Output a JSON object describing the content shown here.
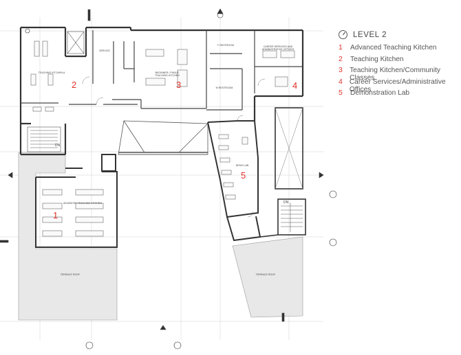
{
  "legend": {
    "title": "LEVEL 2",
    "items": [
      {
        "num": "1",
        "label": "Advanced Teaching Kitchen"
      },
      {
        "num": "2",
        "label": "Teaching Kitchen"
      },
      {
        "num": "3",
        "label": "Teaching Kitchen/Community Classes"
      },
      {
        "num": "4",
        "label": "Career Services/Administrative Offices"
      },
      {
        "num": "5",
        "label": "Demonstration Lab"
      }
    ]
  },
  "rooms": {
    "r1": "1",
    "r2": "2",
    "r3": "3",
    "r4": "4",
    "r5": "5"
  },
  "tags": {
    "advanced": "ADVANCED TEACHING KITCHEN",
    "teaching_a": "TEACHING KITCHEN A",
    "beginner": "BEGINNER / PUBLIC TEACHING KITCHEN",
    "service": "SERVICE",
    "f_restroom": "F RESTROOM",
    "m_restroom": "M RESTROOM",
    "career": "CAREER SERVICES AND ADMINISTRATIVE OFFICES",
    "demo": "DEMO LAB",
    "terrace_left": "TERRACE ROOF",
    "terrace_right": "TERRACE ROOF",
    "dn1": "DN",
    "dn2": "DN"
  },
  "colors": {
    "accent": "#e0302a",
    "wall": "#333333",
    "roof": "#e8e8e8"
  }
}
